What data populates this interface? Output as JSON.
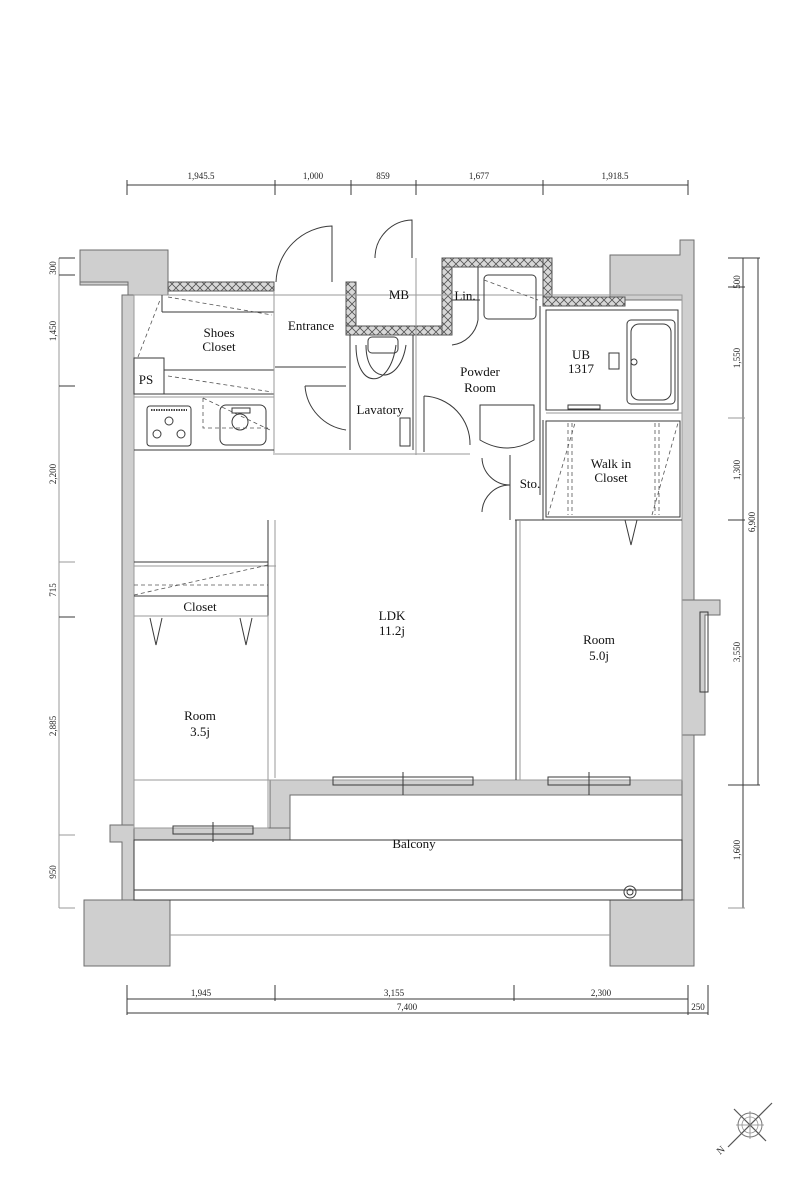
{
  "floor_plan": {
    "rooms": {
      "shoes_closet": "Shoes\nCloset",
      "shoes_closet_l1": "Shoes",
      "shoes_closet_l2": "Closet",
      "entrance": "Entrance",
      "mb": "MB",
      "linen": "Lin.",
      "ub_l1": "UB",
      "ub_l2": "1317",
      "ps": "PS",
      "lavatory": "Lavatory",
      "powder_room_l1": "Powder",
      "powder_room_l2": "Room",
      "storage": "Sto.",
      "walk_in_closet_l1": "Walk in",
      "walk_in_closet_l2": "Closet",
      "closet": "Closet",
      "ldk_l1": "LDK",
      "ldk_l2": "11.2j",
      "room_west_l1": "Room",
      "room_west_l2": "3.5j",
      "room_east_l1": "Room",
      "room_east_l2": "5.0j",
      "balcony": "Balcony"
    },
    "dimensions": {
      "top": [
        "1,945.5",
        "1,000",
        "859",
        "1,677",
        "1,918.5"
      ],
      "left": [
        "300",
        "1,450",
        "2,200",
        "715",
        "2,885",
        "950"
      ],
      "right_inner": [
        "500",
        "1,550",
        "1,300",
        "3,550",
        "1,600"
      ],
      "right_total": "6,900",
      "bottom_inner": [
        "1,945",
        "3,155",
        "2,300"
      ],
      "bottom_total": "7,400",
      "bottom_extra": "250"
    },
    "compass": {
      "icon": "compass-rose-icon",
      "north_label": "N"
    },
    "colors": {
      "wall": "#cfcfcf",
      "line": "#3a3a3a",
      "background": "#ffffff"
    }
  }
}
